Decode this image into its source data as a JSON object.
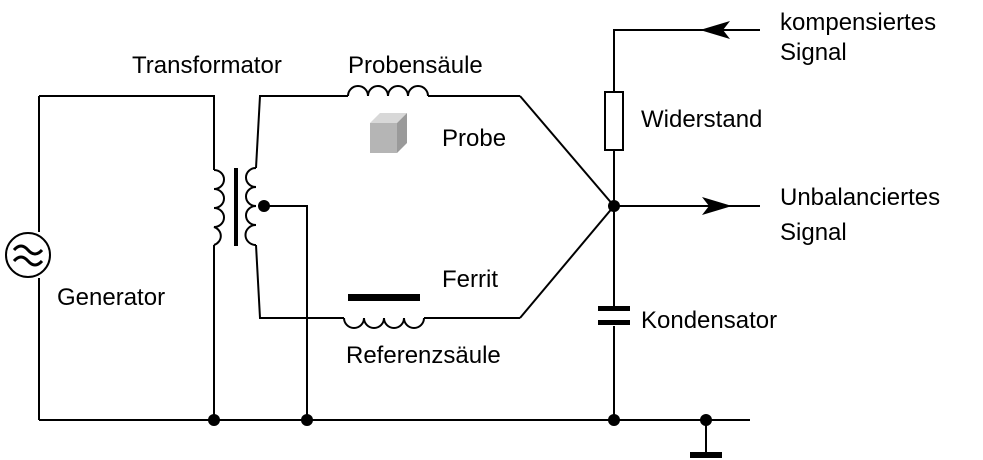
{
  "labels": {
    "transformer": "Transformator",
    "sample_column": "Probensäule",
    "sample": "Probe",
    "ferrite": "Ferrit",
    "reference_column": "Referenzsäule",
    "generator": "Generator",
    "compensated_1": "kompensiertes",
    "compensated_2": "Signal",
    "resistor": "Widerstand",
    "unbalanced_1": "Unbalanciertes",
    "unbalanced_2": "Signal",
    "capacitor": "Kondensator"
  },
  "colors": {
    "line": "#000000",
    "sample_block_front": "#b5b5b5",
    "sample_block_top": "#d8d8d8",
    "sample_block_side": "#9a9a9a"
  }
}
